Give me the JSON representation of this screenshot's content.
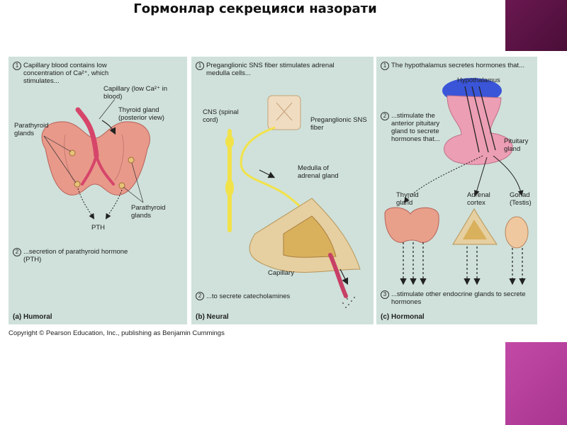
{
  "slide": {
    "title": "Гормонлар секрецияси назорати",
    "copyright": "Copyright © Pearson Education, Inc., publishing as Benjamin Cummings",
    "colors": {
      "top_accent": "#5a1245",
      "bottom_accent": "#b640a0",
      "panel_bg": "#cfe1da"
    }
  },
  "humoral": {
    "step1_num": "1",
    "step1": "Capillary blood contains low concentration of Ca²⁺, which stimulates...",
    "capillary_label": "Capillary (low Ca²⁺ in blood)",
    "thyroid_label": "Thyroid gland (posterior view)",
    "parathyroid_left": "Parathyroid glands",
    "parathyroid_right": "Parathyroid glands",
    "pth": "PTH",
    "step2_num": "2",
    "step2": "...secretion of parathyroid hormone (PTH)",
    "caption": "(a) Humoral"
  },
  "neural": {
    "step1_num": "1",
    "step1": "Preganglionic SNS fiber stimulates adrenal medulla cells...",
    "cns_label": "CNS (spinal cord)",
    "fiber_label": "Preganglionic SNS fiber",
    "medulla_label": "Medulla of adrenal gland",
    "capillary_label": "Capillary",
    "step2_num": "2",
    "step2": "...to secrete catecholamines",
    "caption": "(b) Neural"
  },
  "hormonal": {
    "step1_num": "1",
    "step1": "The hypothalamus secretes hormones that...",
    "hypothalamus_label": "Hypothalamus",
    "step2_num": "2",
    "step2": "...stimulate the anterior pituitary gland to secrete hormones that...",
    "pituitary_label": "Pituitary gland",
    "thyroid_label": "Thyroid gland",
    "adrenal_label": "Adrenal cortex",
    "gonad_label": "Gonad (Testis)",
    "step3_num": "3",
    "step3": "...stimulate other endocrine glands to secrete hormones",
    "caption": "(c) Hormonal"
  }
}
